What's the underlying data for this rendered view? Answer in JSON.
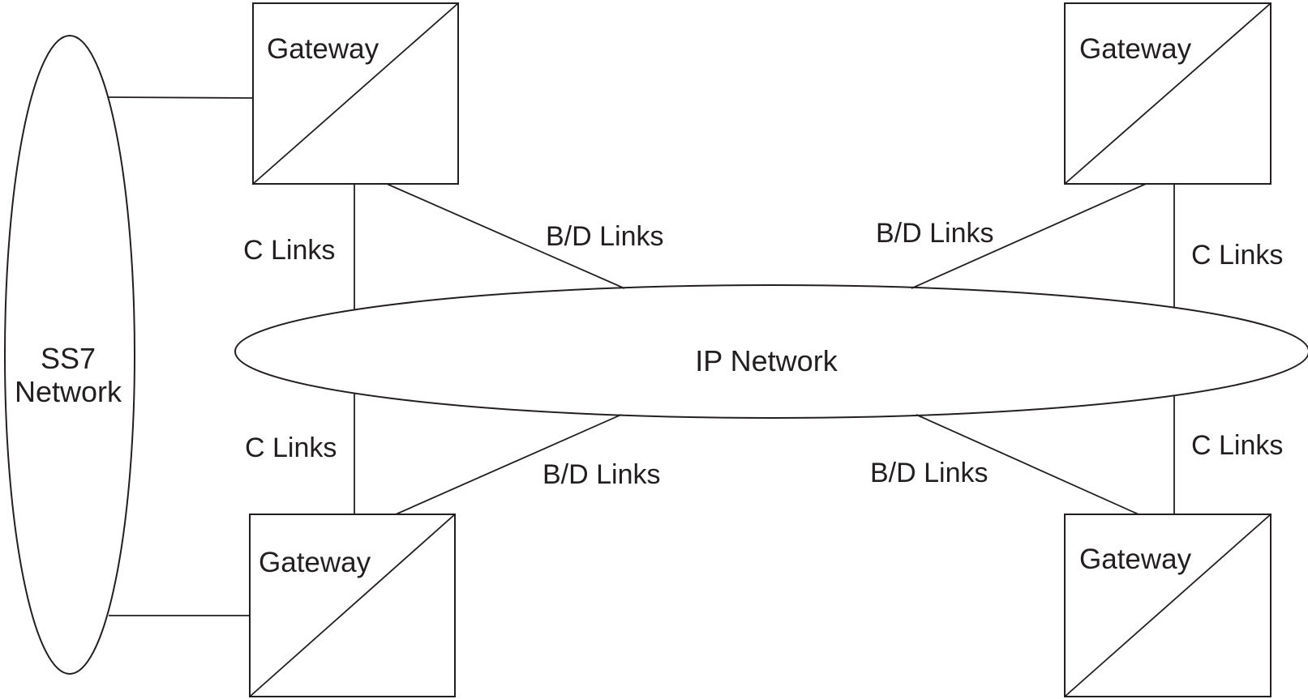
{
  "ss7_network": {
    "line1": "SS7",
    "line2": "Network"
  },
  "ip_network": {
    "label": "IP Network"
  },
  "gateways": {
    "top_left": "Gateway",
    "top_right": "Gateway",
    "bottom_left": "Gateway",
    "bottom_right": "Gateway"
  },
  "links": {
    "c_top_left": "C Links",
    "bd_top_left": "B/D Links",
    "bd_top_right": "B/D Links",
    "c_top_right": "C Links",
    "c_bottom_left": "C Links",
    "bd_bottom_left": "B/D Links",
    "bd_bottom_right": "B/D Links",
    "c_bottom_right": "C Links"
  },
  "colors": {
    "stroke": "#231f20",
    "background": "#ffffff"
  }
}
